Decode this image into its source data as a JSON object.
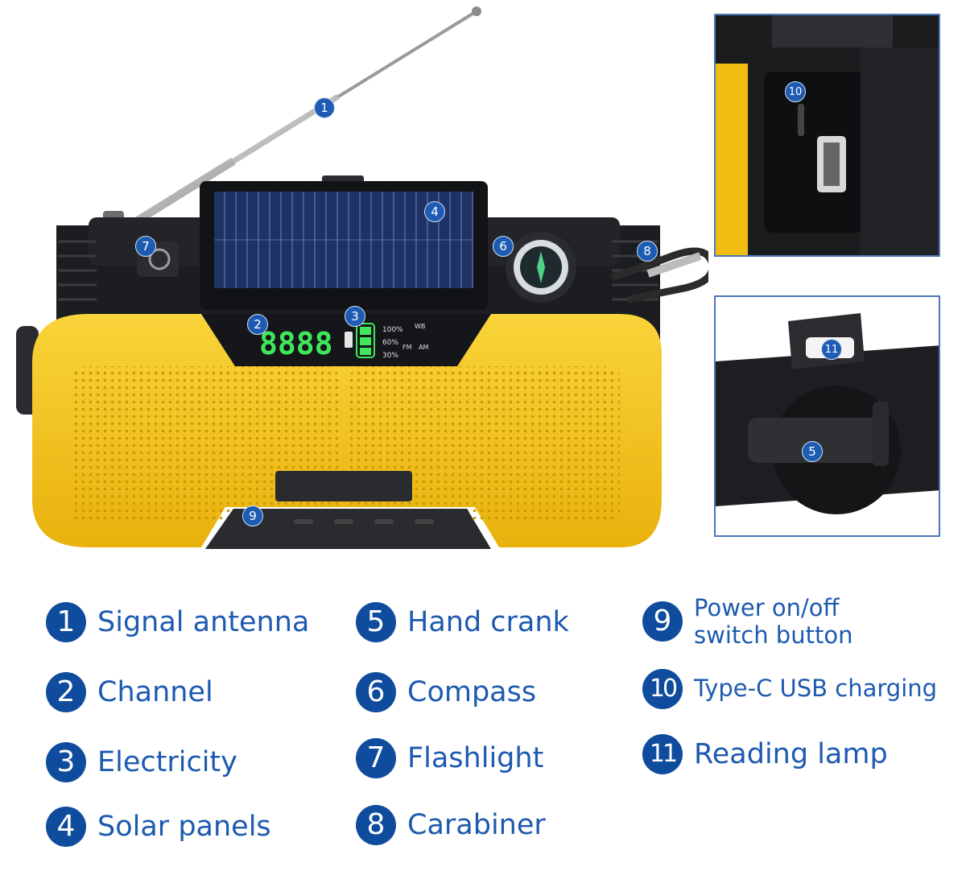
{
  "display": {
    "digits": "8888"
  },
  "battery_labels": [
    "100%",
    "60%",
    "30%"
  ],
  "band_labels": [
    "WB",
    "FM",
    "AM"
  ],
  "callouts": [
    {
      "num": "1",
      "target": "antenna"
    },
    {
      "num": "2",
      "target": "display"
    },
    {
      "num": "3",
      "target": "battery-indicator"
    },
    {
      "num": "4",
      "target": "solar-panel"
    },
    {
      "num": "5",
      "target": "hand-crank"
    },
    {
      "num": "6",
      "target": "compass"
    },
    {
      "num": "7",
      "target": "flashlight"
    },
    {
      "num": "8",
      "target": "carabiner"
    },
    {
      "num": "9",
      "target": "power-button"
    },
    {
      "num": "10",
      "target": "usb-port"
    },
    {
      "num": "11",
      "target": "reading-lamp"
    }
  ],
  "legend": [
    {
      "num": "1",
      "label": "Signal antenna"
    },
    {
      "num": "2",
      "label": "Channel"
    },
    {
      "num": "3",
      "label": "Electricity"
    },
    {
      "num": "4",
      "label": "Solar panels"
    },
    {
      "num": "5",
      "label": "Hand crank"
    },
    {
      "num": "6",
      "label": "Compass"
    },
    {
      "num": "7",
      "label": "Flashlight"
    },
    {
      "num": "8",
      "label": "Carabiner"
    },
    {
      "num": "9",
      "label_line1": "Power on/off",
      "label_line2": "switch button"
    },
    {
      "num": "10",
      "label": "Type-C USB charging"
    },
    {
      "num": "11",
      "label": "Reading lamp"
    }
  ],
  "colors": {
    "body_yellow": "#f4c21a",
    "body_black": "#1c1d20",
    "badge_blue": "#0f4c9e",
    "legend_text": "#1d5ab0",
    "lcd_green": "#3ee85a"
  }
}
